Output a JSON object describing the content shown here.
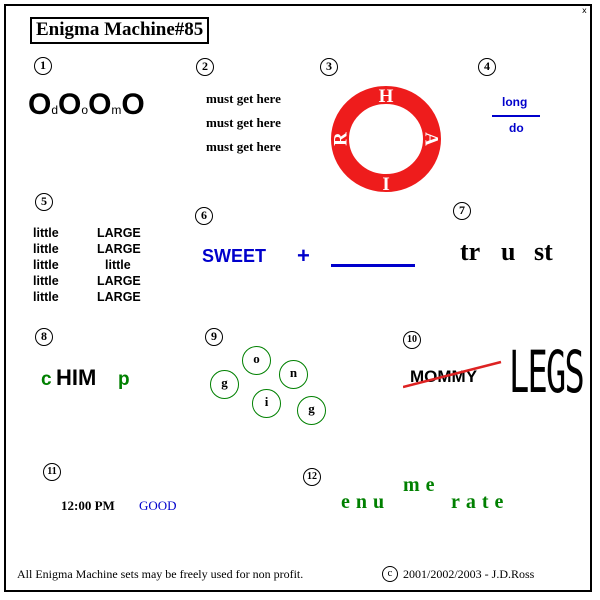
{
  "title": "Enigma Machine#85",
  "puzzle_numbers": [
    "1",
    "2",
    "3",
    "4",
    "5",
    "6",
    "7",
    "8",
    "9",
    "10",
    "11",
    "12"
  ],
  "puzzle1": {
    "big_o": "O",
    "small_letters": [
      "d",
      "o",
      "m"
    ]
  },
  "puzzle2": {
    "lines": [
      "must get here",
      "must get here",
      "must get here"
    ]
  },
  "puzzle3": {
    "ring_letters": [
      "H",
      "A",
      "I",
      "R"
    ],
    "color": "#ee1c1c"
  },
  "puzzle4": {
    "numerator": "long",
    "denominator": "do",
    "color": "#0000cc"
  },
  "puzzle5": {
    "left": [
      "little",
      "little",
      "little",
      "little",
      "little"
    ],
    "right": [
      "LARGE",
      "LARGE",
      "little",
      "LARGE",
      "LARGE"
    ]
  },
  "puzzle6": {
    "word": "SWEET",
    "plus": "+",
    "color": "#0000cc"
  },
  "puzzle7": {
    "parts": [
      "tr",
      "u",
      "st"
    ]
  },
  "puzzle8": {
    "first": "c",
    "middle": "HIM",
    "last": "p",
    "outer_color": "#008000"
  },
  "puzzle9": {
    "letters": [
      "o",
      "n",
      "g",
      "i",
      "g"
    ],
    "color": "#008000"
  },
  "puzzle10": {
    "crossed_word": "MOMMY",
    "word": "LEGS",
    "strike_color": "#dd2222"
  },
  "puzzle11": {
    "time": "12:00 PM",
    "word": "GOOD",
    "color": "#0000cc"
  },
  "puzzle12": {
    "left": "enu",
    "raised": "me",
    "right": "rate",
    "color": "#008000"
  },
  "footer": {
    "notice": "All Enigma Machine sets may be freely used for non profit.",
    "copyright_symbol": "c",
    "copyright": "2001/2002/2003 - J.D.Ross"
  }
}
